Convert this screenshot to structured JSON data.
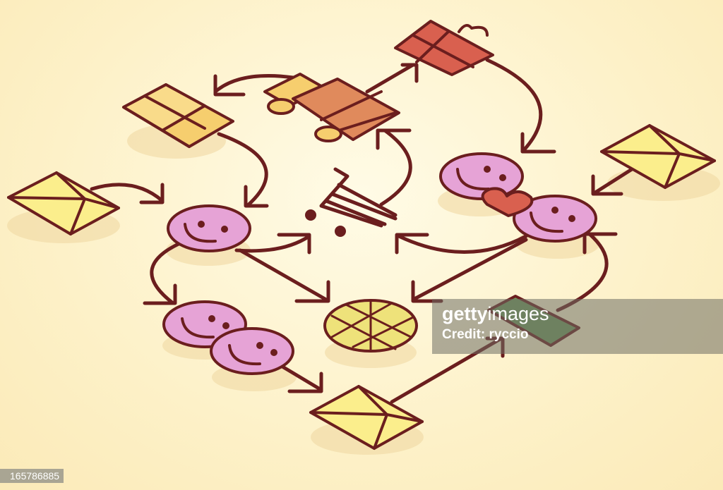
{
  "watermark": {
    "brand_bold": "getty",
    "brand_light": "images",
    "credit": "Credit: ryccio"
  },
  "image_id": "165786885",
  "colors": {
    "background": "#fdf1c8",
    "outline": "#6b1e1e",
    "envelope": "#fbee8c",
    "smiley": "#e6a3d6",
    "box": "#f6ce6e",
    "truck": "#e08a5c",
    "gift": "#d9604f",
    "heart": "#d9604f",
    "globe": "#eee27a",
    "money": "#6f9a5c"
  },
  "icons": [
    "envelope-icon",
    "smiley-icon",
    "box-icon",
    "truck-icon",
    "gift-icon",
    "heart-icon",
    "globe-icon",
    "money-icon",
    "shopping-cart-icon",
    "arrow-icon"
  ]
}
